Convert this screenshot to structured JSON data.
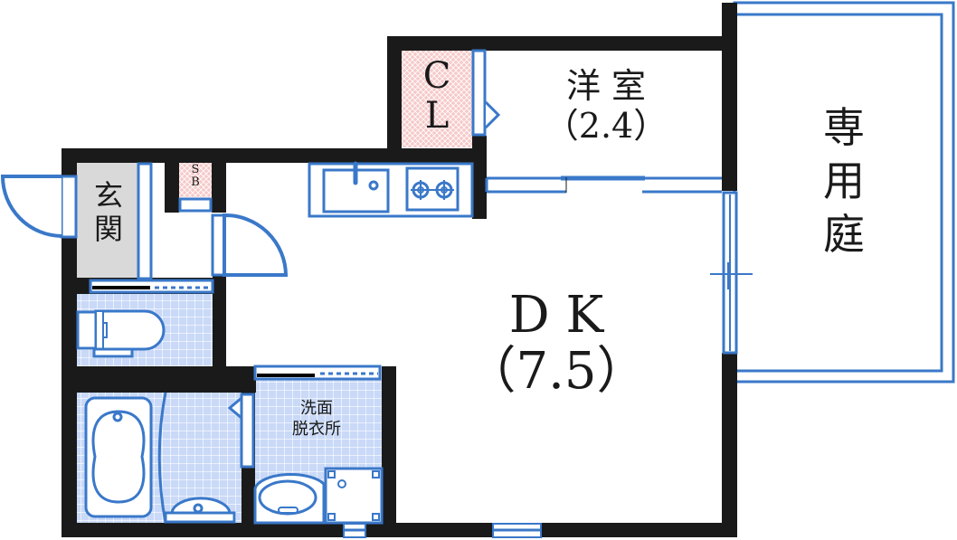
{
  "floor_plan": {
    "rooms": [
      {
        "id": "genkan",
        "name": "玄関",
        "name_lines": [
          "玄",
          "関"
        ],
        "meaning": "entrance",
        "fill": "#d9d9d9"
      },
      {
        "id": "sb",
        "name": "SB",
        "name_lines": [
          "S",
          "B"
        ],
        "meaning": "shoe box",
        "fill": "#f6c9c9"
      },
      {
        "id": "cl",
        "name": "CL",
        "name_lines": [
          "C",
          "L"
        ],
        "meaning": "closet",
        "fill": "#f6c9c9"
      },
      {
        "id": "youshitsu",
        "name": "洋室",
        "size": "（2.4）",
        "meaning": "western-style room"
      },
      {
        "id": "dk",
        "name": "DK",
        "size": "（7.5）",
        "meaning": "dining kitchen"
      },
      {
        "id": "senmen",
        "name_lines": [
          "洗面",
          "脱衣所"
        ],
        "meaning": "washroom / changing room",
        "fill": "#c9d9f7"
      },
      {
        "id": "senyoutei",
        "name_lines": [
          "専",
          "用",
          "庭"
        ],
        "meaning": "private garden"
      },
      {
        "id": "toilet",
        "meaning": "toilet",
        "fill": "#c9d9f7"
      },
      {
        "id": "bath",
        "meaning": "bathroom",
        "fill": "#c9d9f7"
      }
    ],
    "labels": {
      "genkan": [
        "玄",
        "関"
      ],
      "sb": [
        "S",
        "B"
      ],
      "cl": [
        "C",
        "L"
      ],
      "youshitsu_name": "洋 室",
      "youshitsu_size": "（2.4）",
      "dk_name": "D K",
      "dk_size": "（7.5）",
      "senmen_1": "洗面",
      "senmen_2": "脱衣所",
      "garden": [
        "専",
        "用",
        "庭"
      ]
    },
    "colors": {
      "wall": "#1a1a1a",
      "fixture_stroke": "#3a78c9",
      "tile_fill": "#c9d9f7",
      "closet_fill": "#f6c9c9",
      "entrance_fill": "#d9d9d9"
    }
  }
}
